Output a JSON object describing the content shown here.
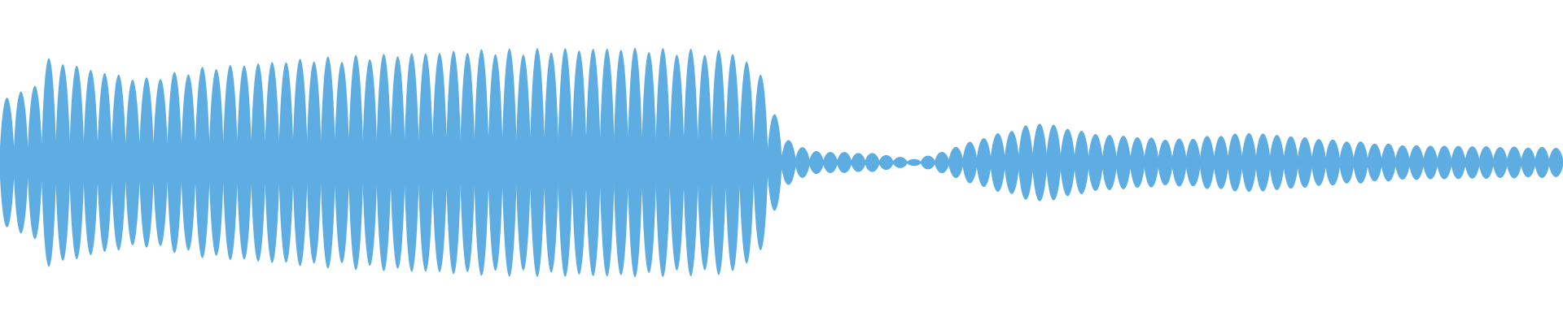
{
  "waveform": {
    "color": "#5dade2",
    "background": "#ffffff",
    "envelope": [
      {
        "t": 0.0,
        "a": 0.58
      },
      {
        "t": 0.02,
        "a": 0.62
      },
      {
        "t": 0.03,
        "a": 0.9
      },
      {
        "t": 0.06,
        "a": 0.8
      },
      {
        "t": 0.09,
        "a": 0.72
      },
      {
        "t": 0.13,
        "a": 0.82
      },
      {
        "t": 0.2,
        "a": 0.9
      },
      {
        "t": 0.3,
        "a": 0.97
      },
      {
        "t": 0.4,
        "a": 0.99
      },
      {
        "t": 0.47,
        "a": 0.96
      },
      {
        "t": 0.488,
        "a": 0.75
      },
      {
        "t": 0.496,
        "a": 0.4
      },
      {
        "t": 0.505,
        "a": 0.18
      },
      {
        "t": 0.52,
        "a": 0.1
      },
      {
        "t": 0.56,
        "a": 0.08
      },
      {
        "t": 0.585,
        "a": 0.03
      },
      {
        "t": 0.6,
        "a": 0.08
      },
      {
        "t": 0.625,
        "a": 0.2
      },
      {
        "t": 0.665,
        "a": 0.35
      },
      {
        "t": 0.7,
        "a": 0.25
      },
      {
        "t": 0.75,
        "a": 0.2
      },
      {
        "t": 0.8,
        "a": 0.26
      },
      {
        "t": 0.85,
        "a": 0.2
      },
      {
        "t": 0.9,
        "a": 0.15
      },
      {
        "t": 1.0,
        "a": 0.13
      }
    ],
    "cycles": 112
  }
}
